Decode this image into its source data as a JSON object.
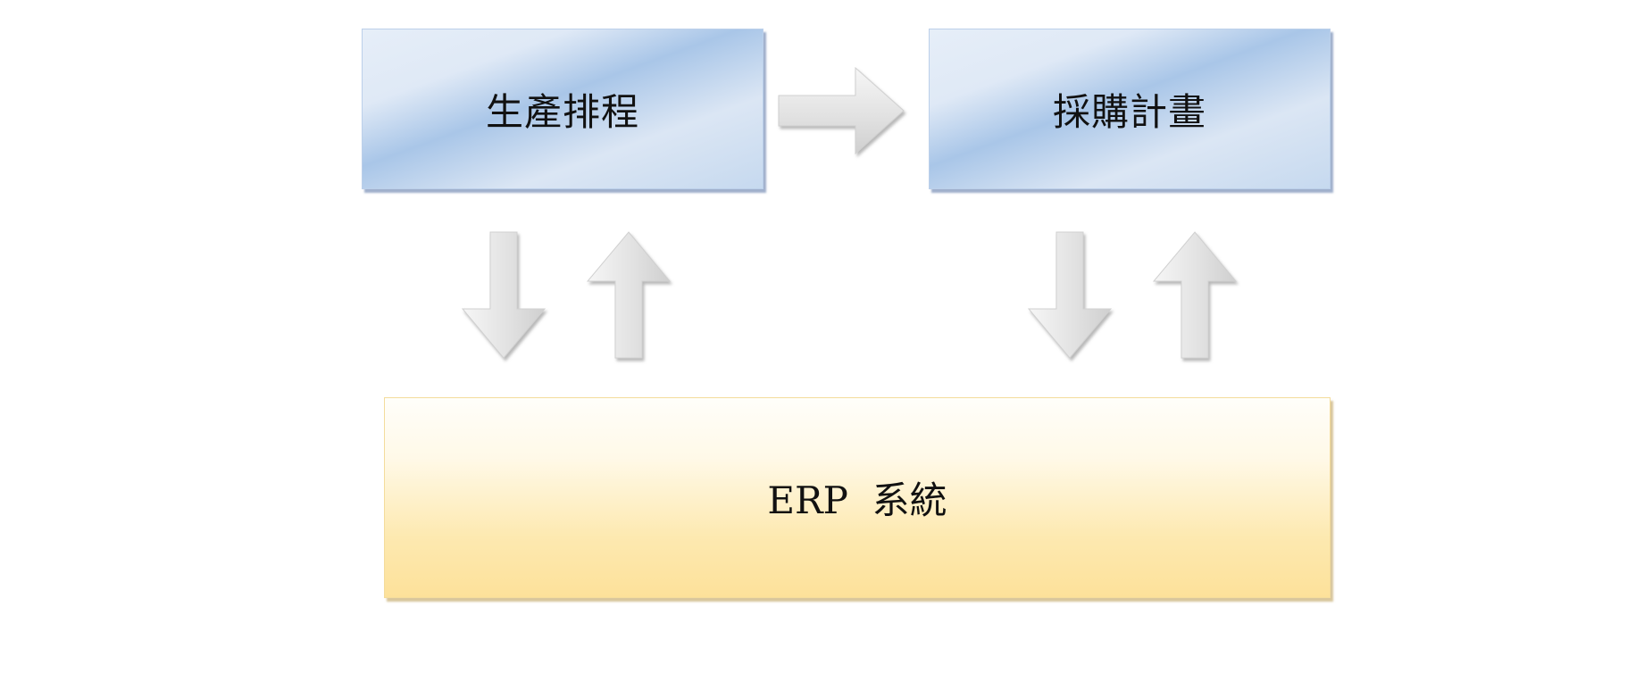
{
  "diagram": {
    "nodes": [
      {
        "id": "schedule",
        "label": "生產排程",
        "color": "#a9c6e8"
      },
      {
        "id": "purchase",
        "label": "採購計畫",
        "color": "#a9c6e8"
      },
      {
        "id": "erp",
        "label": "ERP  系統",
        "color": "#fde19a"
      }
    ],
    "edges": [
      {
        "from": "schedule",
        "to": "purchase",
        "direction": "right"
      },
      {
        "from": "schedule",
        "to": "erp",
        "direction": "down"
      },
      {
        "from": "erp",
        "to": "schedule",
        "direction": "up"
      },
      {
        "from": "purchase",
        "to": "erp",
        "direction": "down"
      },
      {
        "from": "erp",
        "to": "purchase",
        "direction": "up"
      }
    ],
    "arrow_color": "#e8e8e8"
  }
}
